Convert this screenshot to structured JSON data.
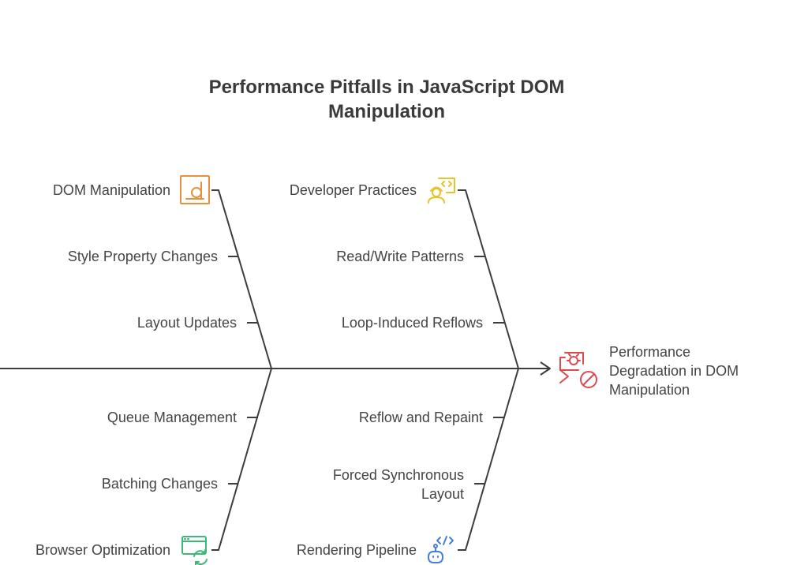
{
  "title": {
    "line1": "Performance Pitfalls in JavaScript DOM",
    "line2": "Manipulation"
  },
  "effect": {
    "line1": "Performance",
    "line2": "Degradation in DOM",
    "line3": "Manipulation",
    "icon": "bug-blocked-icon",
    "color": "#e0484e"
  },
  "categories": {
    "dom_manipulation": {
      "label": "DOM Manipulation",
      "icon": "letter-d-icon",
      "color": "#e8913a",
      "causes": [
        "Style Property Changes",
        "Layout Updates"
      ]
    },
    "developer_practices": {
      "label": "Developer Practices",
      "icon": "developer-code-icon",
      "color": "#e5c32a",
      "causes": [
        "Read/Write Patterns",
        "Loop-Induced Reflows"
      ]
    },
    "browser_optimization": {
      "label": "Browser Optimization",
      "icon": "browser-refresh-icon",
      "color": "#3cb878",
      "causes": [
        "Queue Management",
        "Batching Changes"
      ]
    },
    "rendering_pipeline": {
      "label": "Rendering Pipeline",
      "icon": "robot-code-icon",
      "color": "#4a7fd9",
      "causes": [
        "Reflow and Repaint",
        "Forced Synchronous",
        "Layout"
      ]
    }
  },
  "colors": {
    "line": "#3d3d3d",
    "text": "#444444"
  }
}
